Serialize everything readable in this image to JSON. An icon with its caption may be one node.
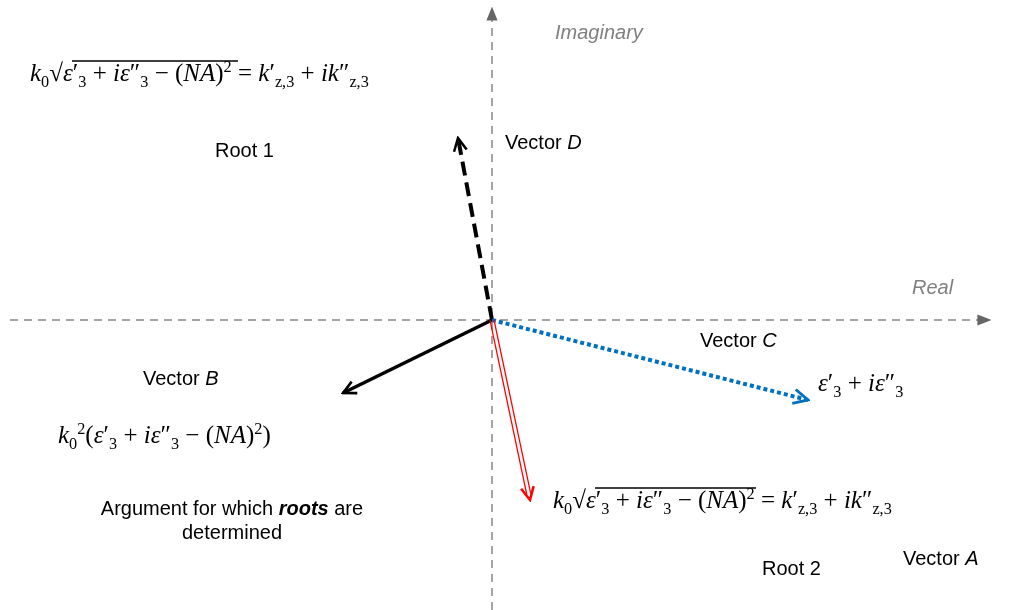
{
  "diagram": {
    "labels": [
      "Imaginary",
      "*k*$_{0}$√*ε*′$_{3}$ + *iε*″$_{3}$ − (*NA*)$^{2}$ = *k*′$_{z,3}$ + *ik*″$_{z,3}$",
      "Root 1",
      "Vector *D*",
      "Real",
      "Vector *C*",
      "Vector *B*",
      "*ε*′$_{3}$ + *iε*″$_{3}$",
      "*k*$_{0}$$^{2}$(*ε*′$_{3}$ + *iε*″$_{3}$ − (*NA*)$^{2}$)",
      "Argument for which **roots** are determined",
      "*k*$_{0}$√*ε*′$_{3}$ + *iε*″$_{3}$ − (*NA*)$^{2}$ = *k*′$_{z,3}$ + *ik*″$_{z,3}$",
      "Vector *A*",
      "Root 2"
    ]
  }
}
